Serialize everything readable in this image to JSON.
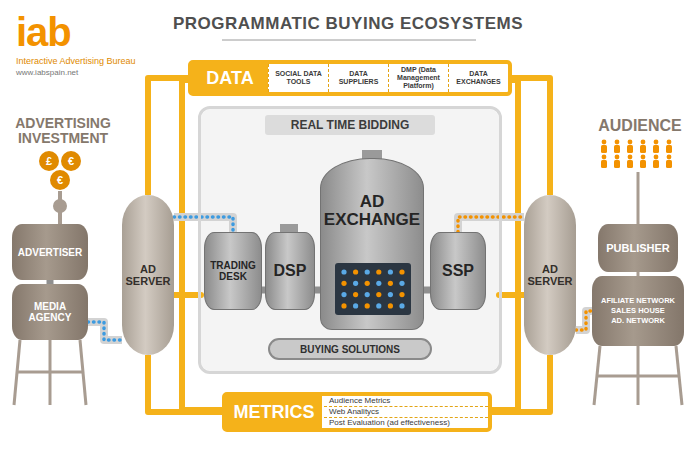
{
  "diagram": {
    "title": "PROGRAMMATIC BUYING ECOSYSTEMS",
    "nodes": [
      {
        "text": [
          "DATA"
        ]
      },
      {
        "text": [
          "SOCIAL DATA TOOLS"
        ],
        "in": 0
      },
      {
        "text": [
          "DATA SUPPLIERS"
        ],
        "in": 0
      },
      {
        "text": [
          "DMP (Data Management Platform)"
        ],
        "in": 0
      },
      {
        "text": [
          "DATA EXCHANGES"
        ],
        "in": 0
      },
      {
        "text": [
          "ADVERTISER"
        ]
      },
      {
        "text": [
          "MEDIA AGENCY"
        ]
      },
      {
        "text": [
          "AD SERVER"
        ]
      },
      {
        "text": [
          "REAL TIME BIDDING"
        ]
      },
      {
        "text": [
          "TRADING DESK"
        ],
        "in": 8
      },
      {
        "text": [
          "DSP"
        ],
        "in": 8
      },
      {
        "text": [
          "AD EXCHANGE"
        ],
        "in": 8
      },
      {
        "text": [
          "SSP"
        ],
        "in": 8
      },
      {
        "text": [
          "BUYING SOLUTIONS"
        ],
        "in": 8
      },
      {
        "text": [
          "AD SERVER"
        ]
      },
      {
        "text": [
          "PUBLISHER"
        ]
      },
      {
        "text": [
          "AFILIATE NETWORK",
          "SALES HOUSE",
          "AD. NETWORK"
        ]
      },
      {
        "text": [
          "METRICS"
        ]
      },
      {
        "text": [
          "Audience Metrics"
        ],
        "in": 17
      },
      {
        "text": [
          "Web Analitycs"
        ],
        "in": 17
      },
      {
        "text": [
          "Post Evaluation (ad effectiveness)"
        ],
        "in": 17
      }
    ],
    "edges": [
      {
        "from": 5,
        "to": 6,
        "arrow": "none"
      },
      {
        "from": 6,
        "to": 7,
        "arrow": "none"
      },
      {
        "from": 7,
        "to": 9,
        "arrow": "none"
      },
      {
        "from": 9,
        "to": 10,
        "arrow": "none"
      },
      {
        "from": 10,
        "to": 11,
        "arrow": "none"
      },
      {
        "from": 11,
        "to": 12,
        "arrow": "none"
      },
      {
        "from": 12,
        "to": 14,
        "arrow": "none"
      },
      {
        "from": 14,
        "to": 16,
        "arrow": "none"
      },
      {
        "from": 0,
        "to": 7,
        "arrow": "none"
      },
      {
        "from": 0,
        "to": 14,
        "arrow": "none"
      },
      {
        "from": 7,
        "to": 17,
        "arrow": "none"
      },
      {
        "from": 14,
        "to": 17,
        "arrow": "none"
      }
    ],
    "labels": [
      "iab",
      "Interactive Advertising Bureau",
      "www.iabspain.net",
      "ADVERTISING INVESTMENT",
      "£",
      "€",
      "€",
      "AUDIENCE"
    ]
  }
}
